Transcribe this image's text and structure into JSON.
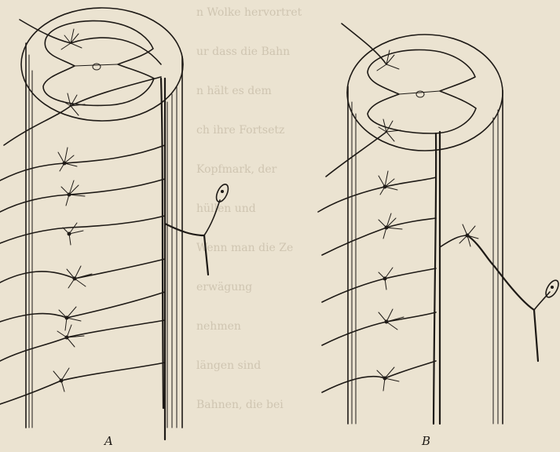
{
  "figure": {
    "panel_a_label": "A",
    "panel_b_label": "B",
    "faint_background_text": [
      "n Wolke hervortret",
      "ur dass die Bahn",
      "n hält es dem",
      "ch ihre Fortsetz",
      "Kopfmark, der",
      "hüllen und",
      "Wenn man die Ze",
      "erwägung",
      "nehmen",
      "längen sind",
      "Bahnen, die bei"
    ]
  }
}
